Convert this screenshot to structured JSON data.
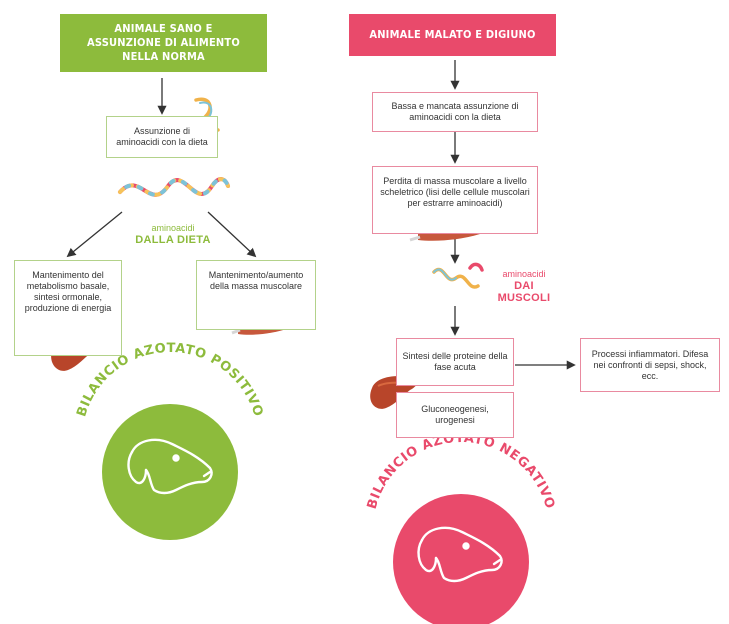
{
  "left": {
    "header": "ANIMALE SANO E ASSUNZIONE DI ALIMENTO NELLA NORMA",
    "box_intake": "Assunzione di aminoacidi con la dieta",
    "label_line1": "aminoacidi",
    "label_line2": "DALLA DIETA",
    "box_metabolism": "Mantenimento del metabolismo basale, sintesi ormonale, produzione di energia",
    "box_muscle": "Mantenimento/aumento della massa muscolare",
    "balance": "BILANCIO AZOTATO POSITIVO",
    "accent": "#8dbb3c"
  },
  "right": {
    "header": "ANIMALE MALATO E DIGIUNO",
    "box_low_intake": "Bassa e mancata assunzione di aminoacidi con la dieta",
    "box_muscle_loss": "Perdita di massa muscolare a livello scheletrico (lisi delle cellule muscolari per estrarre aminoacidi)",
    "label_line1": "aminoacidi",
    "label_line2": "DAI MUSCOLI",
    "box_proteins": "Sintesi delle proteine della fase acuta",
    "box_gluconeo": "Gluconeogenesi, urogenesi",
    "box_inflammation": "Processi infiammatori. Difesa nei confronti di sepsi, shock, ecc.",
    "balance": "BILANCIO AZOTATO NEGATIVO",
    "accent": "#e94a6b"
  },
  "icons": [
    "amino-acid-chain-icon",
    "liver-icon",
    "muscle-icon",
    "dog-head-icon"
  ]
}
